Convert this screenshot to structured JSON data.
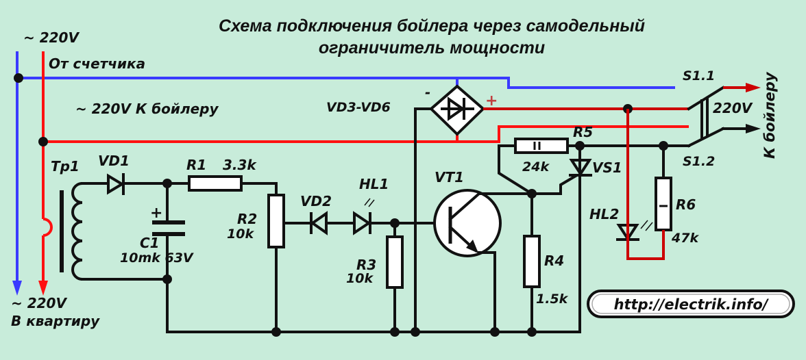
{
  "title": {
    "line1": "Схема подключения бойлера через самодельный",
    "line2": "ограничитель мощности"
  },
  "inputs": {
    "voltage_top": "~ 220V",
    "from_meter": "От счетчика",
    "to_boiler": "~ 220V  К бойлеру",
    "voltage_bottom": "~ 220V",
    "to_apartment": "В квартиру"
  },
  "components": {
    "transformer": "Tp1",
    "vd1": "VD1",
    "r1": "R1",
    "r1_value": "3.3k",
    "c1": "C1",
    "c1_value": "10mk 63V",
    "c1_plus": "+",
    "r2": "R2",
    "r2_value": "10k",
    "vd2": "VD2",
    "hl1": "HL1",
    "r3": "R3",
    "r3_value": "10k",
    "bridge": "VD3-VD6",
    "bridge_minus": "-",
    "bridge_plus": "+",
    "vt1": "VT1",
    "r5": "R5",
    "r5_value": "24k",
    "vs1": "VS1",
    "r4": "R4",
    "r4_value": "1.5k",
    "hl2": "HL2",
    "r6": "R6",
    "r6_value": "47k",
    "s11": "S1.1",
    "s12": "S1.2",
    "switch_voltage": "220V",
    "output_label": "К бойлеру"
  },
  "watermark": "http://electrik.info/",
  "colors": {
    "background": "#c8ecda",
    "neutral_wire": "#3a3aff",
    "phase_wire": "#ff1111",
    "dc_wire": "#cc0000",
    "wire": "#111111"
  }
}
